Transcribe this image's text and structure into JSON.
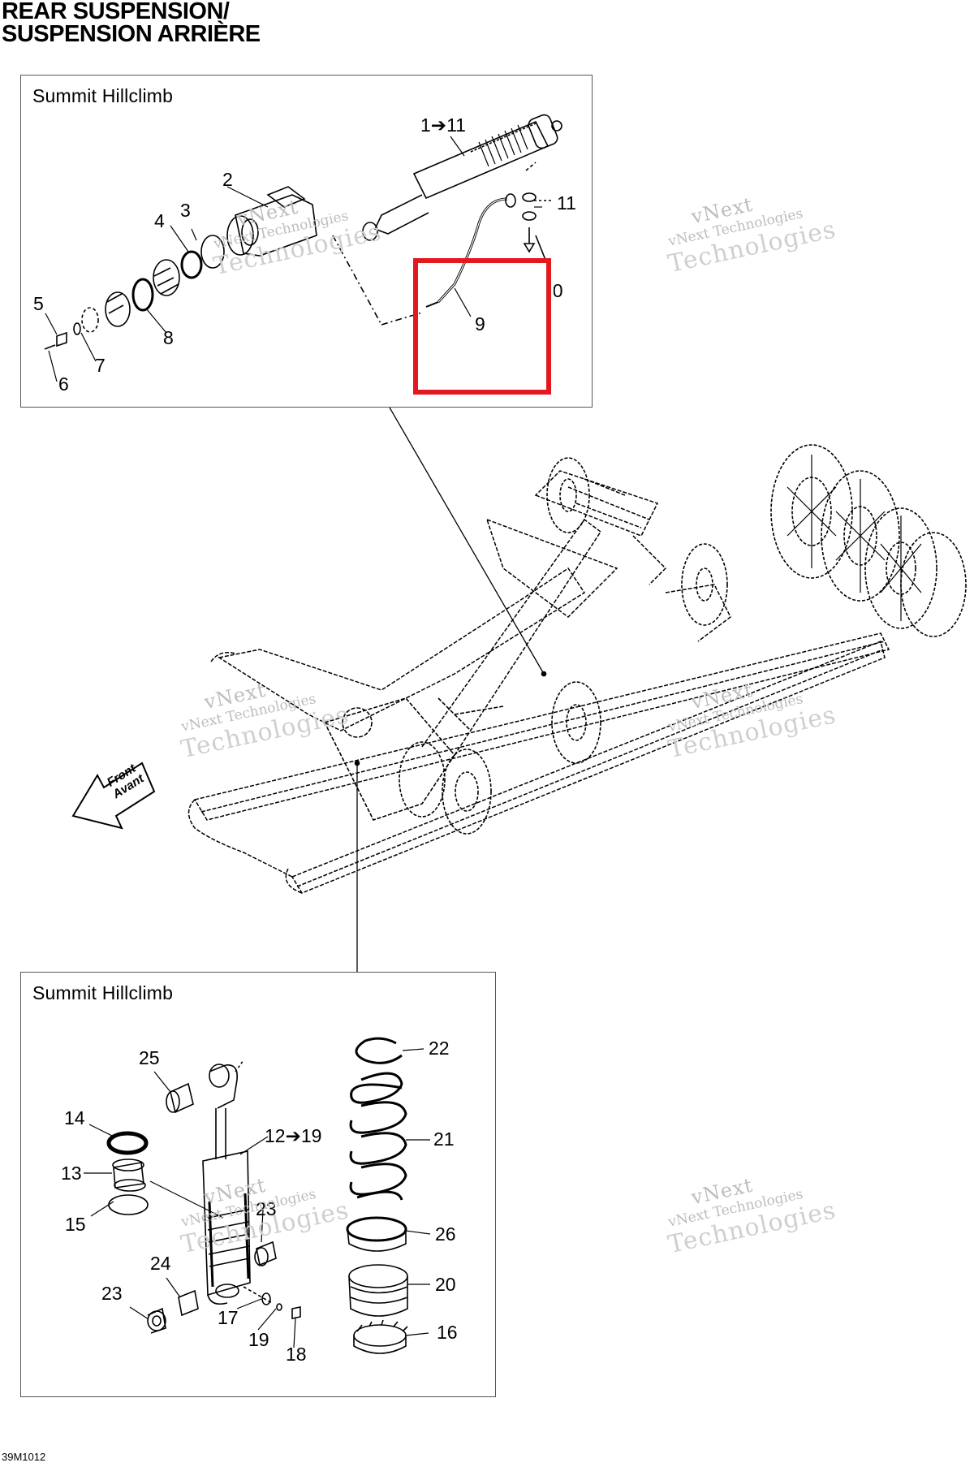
{
  "header": {
    "title_line1": "REAR SUSPENSION/",
    "title_line2": "SUSPENSION ARRIÈRE"
  },
  "panels": {
    "top": {
      "title": "Summit Hillclimb",
      "callouts": [
        "1➔11",
        "2",
        "3",
        "4",
        "5",
        "6",
        "7",
        "8",
        "9",
        "10",
        "11"
      ]
    },
    "bottom": {
      "title": "Summit Hillclimb",
      "callouts": [
        "25",
        "14",
        "13",
        "15",
        "12➔19",
        "23",
        "24",
        "23",
        "17",
        "19",
        "18",
        "22",
        "21",
        "26",
        "20",
        "16"
      ]
    }
  },
  "front_arrow": {
    "line1": "Front",
    "line2": "Avant"
  },
  "watermark": {
    "line1": "vNext",
    "line2": "vNext Technologies",
    "line3": "Technologies"
  },
  "figure_code": "39M1012",
  "colors": {
    "highlight": "#e3191f",
    "watermark": "#bdbdbd",
    "line": "#000000"
  }
}
